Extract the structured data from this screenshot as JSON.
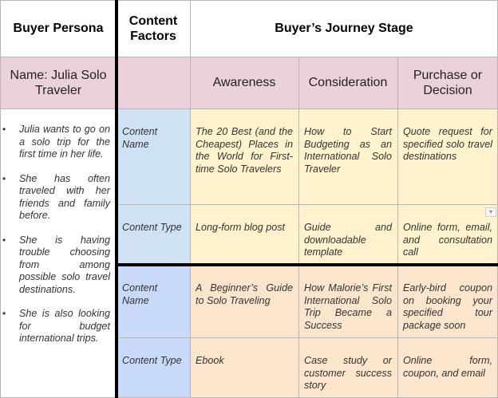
{
  "header": {
    "buyer_persona": "Buyer Persona",
    "content_factors": "Content Factors",
    "journey_stage": "Buyer’s Journey Stage"
  },
  "subheader": {
    "persona_name": "Name: Julia Solo Traveler",
    "awareness": "Awareness",
    "consideration": "Consideration",
    "purchase": "Purchase or Decision"
  },
  "persona_bullets": [
    "Julia wants to go on a solo trip for the first time in her life.",
    "She has often traveled with her friends and family before.",
    "She is having trouble choosing from among possible solo travel destinations.",
    "She is also looking for budget international trips."
  ],
  "bullet_glyph": "•",
  "rows": [
    {
      "factor": "Content Name",
      "awareness": "The 20 Best (and the Cheapest) Places in the World for First-time Solo Travelers",
      "consideration": "How to Start Budgeting as an International Solo Traveler",
      "purchase": "Quote request for specified solo travel destinations"
    },
    {
      "factor": "Content Type",
      "awareness": "Long-form blog post",
      "consideration": "Guide and downloadable template",
      "purchase": "Online form, email, and consultation call"
    },
    {
      "factor": "Content Name",
      "awareness": "A Beginner’s Guide to Solo Traveling",
      "consideration": "How Malorie’s First International Solo Trip Became a Success",
      "purchase": "Early-bird coupon on booking your specified tour package soon"
    },
    {
      "factor": "Content Type",
      "awareness": "Ebook",
      "consideration": "Case study or customer success story",
      "purchase": "Online form, coupon, and email"
    }
  ],
  "colors": {
    "pink": "#ead1dc",
    "blue_light": "#cfe2f3",
    "blue": "#c9daf8",
    "yellow": "#fff2cc",
    "peach": "#fce5cd"
  },
  "icons": {
    "cell_dropdown": "chevron-down-icon"
  }
}
